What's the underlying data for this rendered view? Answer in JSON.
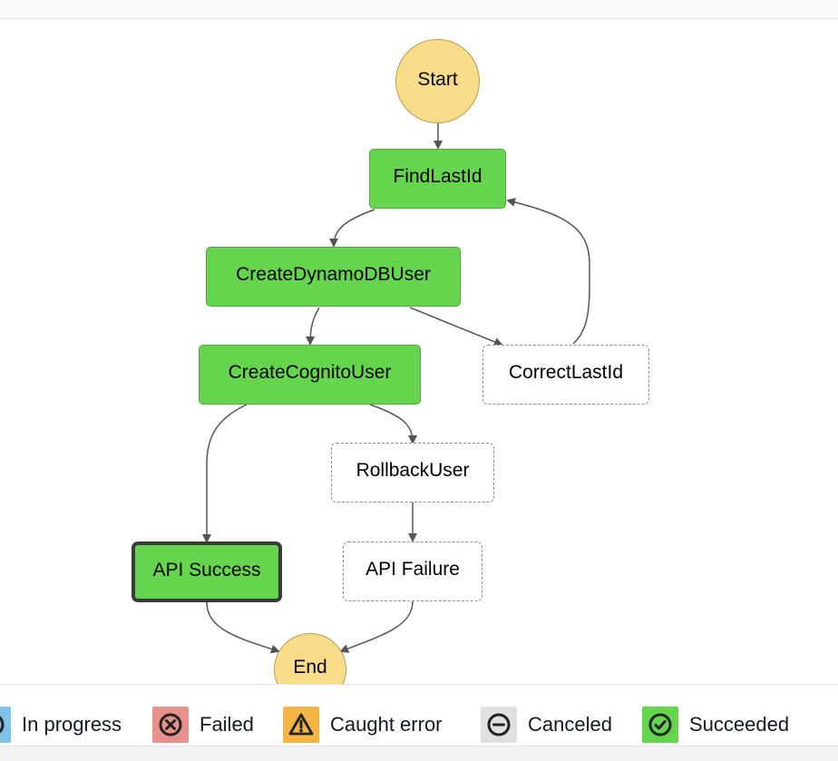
{
  "graph": {
    "nodes": [
      {
        "id": "start",
        "label": "Start",
        "status": "terminal"
      },
      {
        "id": "findlastid",
        "label": "FindLastId",
        "status": "succeeded"
      },
      {
        "id": "createdynamodbuser",
        "label": "CreateDynamoDBUser",
        "status": "succeeded"
      },
      {
        "id": "createcognitouser",
        "label": "CreateCognitoUser",
        "status": "succeeded"
      },
      {
        "id": "correctlastid",
        "label": "CorrectLastId",
        "status": "not-run"
      },
      {
        "id": "rollbackuser",
        "label": "RollbackUser",
        "status": "not-run"
      },
      {
        "id": "apisuccess",
        "label": "API Success",
        "status": "succeeded",
        "selected": true
      },
      {
        "id": "apifailure",
        "label": "API Failure",
        "status": "not-run"
      },
      {
        "id": "end",
        "label": "End",
        "status": "terminal"
      }
    ],
    "edges": [
      [
        "start",
        "findlastid"
      ],
      [
        "findlastid",
        "createdynamodbuser"
      ],
      [
        "createdynamodbuser",
        "createcognitouser"
      ],
      [
        "createdynamodbuser",
        "correctlastid"
      ],
      [
        "correctlastid",
        "findlastid"
      ],
      [
        "createcognitouser",
        "apisuccess"
      ],
      [
        "createcognitouser",
        "rollbackuser"
      ],
      [
        "rollbackuser",
        "apifailure"
      ],
      [
        "apisuccess",
        "end"
      ],
      [
        "apifailure",
        "end"
      ]
    ]
  },
  "legend": {
    "in_progress": "In progress",
    "failed": "Failed",
    "caught_error": "Caught error",
    "canceled": "Canceled",
    "succeeded": "Succeeded"
  },
  "colors": {
    "succeeded": "#65d54e",
    "terminal": "#f9dc8a",
    "failed": "#e8908b",
    "caught_error": "#f3b443",
    "canceled": "#e0e0e0",
    "in_progress": "#7fc1e9"
  }
}
